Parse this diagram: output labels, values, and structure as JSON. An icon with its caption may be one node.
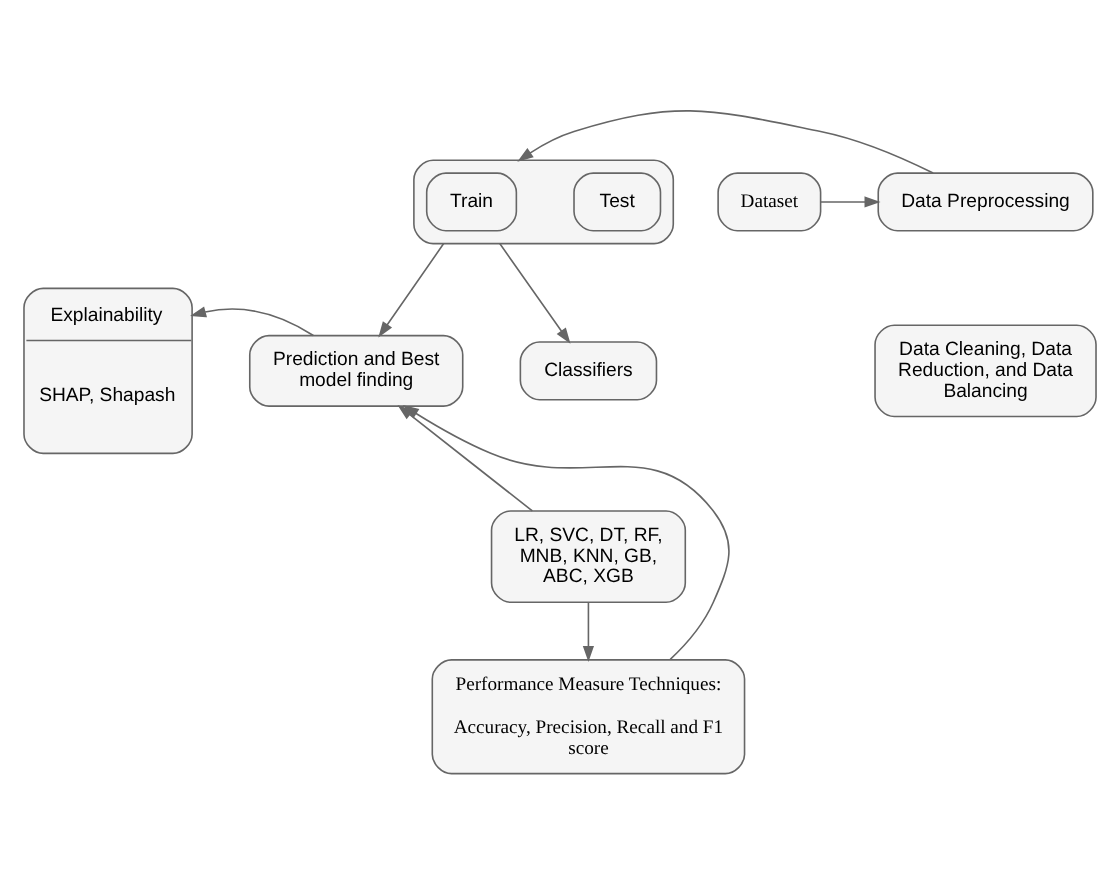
{
  "diagram": {
    "nodes": [
      {
        "text": [
          "Dataset"
        ]
      },
      {
        "text": [
          "Data Preprocessing"
        ]
      },
      {
        "text": [
          "Data Cleaning, Data Reduction, and Data Balancing"
        ]
      },
      {
        "text": [],
        "shape": "box"
      },
      {
        "text": [
          "Train"
        ],
        "in": 3
      },
      {
        "text": [
          "Test"
        ],
        "in": 3
      },
      {
        "text": [
          "Explainability",
          "SHAP, Shapash"
        ]
      },
      {
        "text": [
          "Prediction and Best model finding"
        ]
      },
      {
        "text": [
          "Classifiers"
        ]
      },
      {
        "text": [
          "LR, SVC, DT, RF, MNB, KNN, GB, ABC, XGB"
        ]
      },
      {
        "text": [
          "Performance Measure Techniques:",
          "Accuracy, Precision, Recall and F1 score"
        ]
      }
    ],
    "edges": [
      {
        "from": 0,
        "to": 1,
        "arrow": "to"
      },
      {
        "from": 1,
        "to": 3,
        "arrow": "to"
      },
      {
        "from": 3,
        "to": 8,
        "arrow": "to"
      },
      {
        "from": 3,
        "to": 7,
        "arrow": "to"
      },
      {
        "from": 9,
        "to": 7,
        "arrow": "to"
      },
      {
        "from": 9,
        "to": 10,
        "arrow": "to"
      },
      {
        "from": 10,
        "to": 7,
        "arrow": "to"
      },
      {
        "from": 7,
        "to": 6,
        "arrow": "to"
      }
    ]
  }
}
